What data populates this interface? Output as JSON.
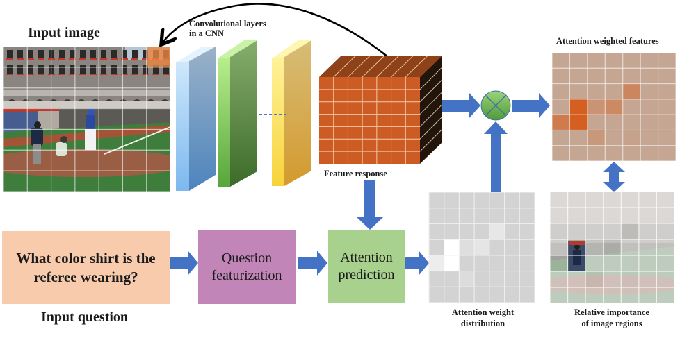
{
  "labels": {
    "input_image": "Input image",
    "conv_layers_line1": "Convolutional layers",
    "conv_layers_line2": "in a CNN",
    "feature_response": "Feature response",
    "attention_weighted_features": "Attention weighted features",
    "attention_weight_line1": "Attention weight",
    "attention_weight_line2": "distribution",
    "relative_importance_line1": "Relative importance",
    "relative_importance_line2": "of image regions",
    "input_question": "Input question"
  },
  "boxes": {
    "question_line1": "What color shirt is the",
    "question_line2": "referee wearing?",
    "featurization_line1": "Question",
    "featurization_line2": "featurization",
    "attention_line1": "Attention",
    "attention_line2": "prediction"
  },
  "icons": {
    "multiply": "circled-times-icon"
  },
  "colors": {
    "arrow": "#4472c4",
    "question_box": "#f8cbad",
    "featurization_box": "#c285b8",
    "attention_box": "#a9d18e",
    "cube_front": "#cd5c24",
    "cube_top": "#8f4118",
    "cube_side": "#231509",
    "layer_blue": "#7fb3e6",
    "layer_green": "#6aa84f",
    "layer_yellow": "#f5d040",
    "multiply_node": "#6aad48"
  },
  "attention_weights": [
    [
      0,
      0,
      0,
      0,
      0,
      0,
      0
    ],
    [
      0,
      0,
      0,
      0,
      0,
      0,
      0
    ],
    [
      0,
      0,
      0,
      0,
      0.45,
      0,
      0
    ],
    [
      0,
      1.0,
      0.25,
      0.4,
      0,
      0,
      0
    ],
    [
      0.6,
      1.0,
      0,
      0,
      0,
      0,
      0
    ],
    [
      0,
      0,
      0.2,
      0,
      0.05,
      0,
      0
    ],
    [
      0,
      0,
      0,
      0,
      0,
      0,
      0
    ]
  ],
  "grid_size": 7
}
